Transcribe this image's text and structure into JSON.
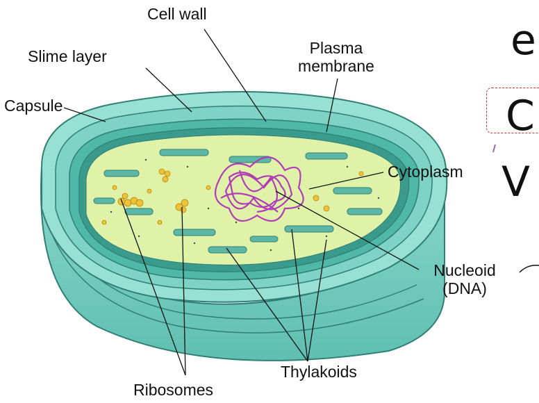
{
  "labels": {
    "cell_wall": "Cell wall",
    "slime_layer": "Slime layer",
    "capsule": "Capsule",
    "plasma_membrane_line1": "Plasma",
    "plasma_membrane_line2": "membrane",
    "cytoplasm": "Cytoplasm",
    "nucleoid_line1": "Nucleoid",
    "nucleoid_line2": "(DNA)",
    "thylakoids": "Thylakoids",
    "ribosomes": "Ribosomes"
  },
  "overlay_text": {
    "line1": "e",
    "line2": "C",
    "line3": "V"
  },
  "colors": {
    "capsule": "#7fd3c4",
    "cell_wall": "#4fb8a8",
    "membrane": "#3a9a8c",
    "cytoplasm": "#dff2a8",
    "thylakoid": "#5db7a5",
    "ribosome": "#f0c23a",
    "dna": "#b03ab8",
    "callout_border": "#d0312d"
  }
}
